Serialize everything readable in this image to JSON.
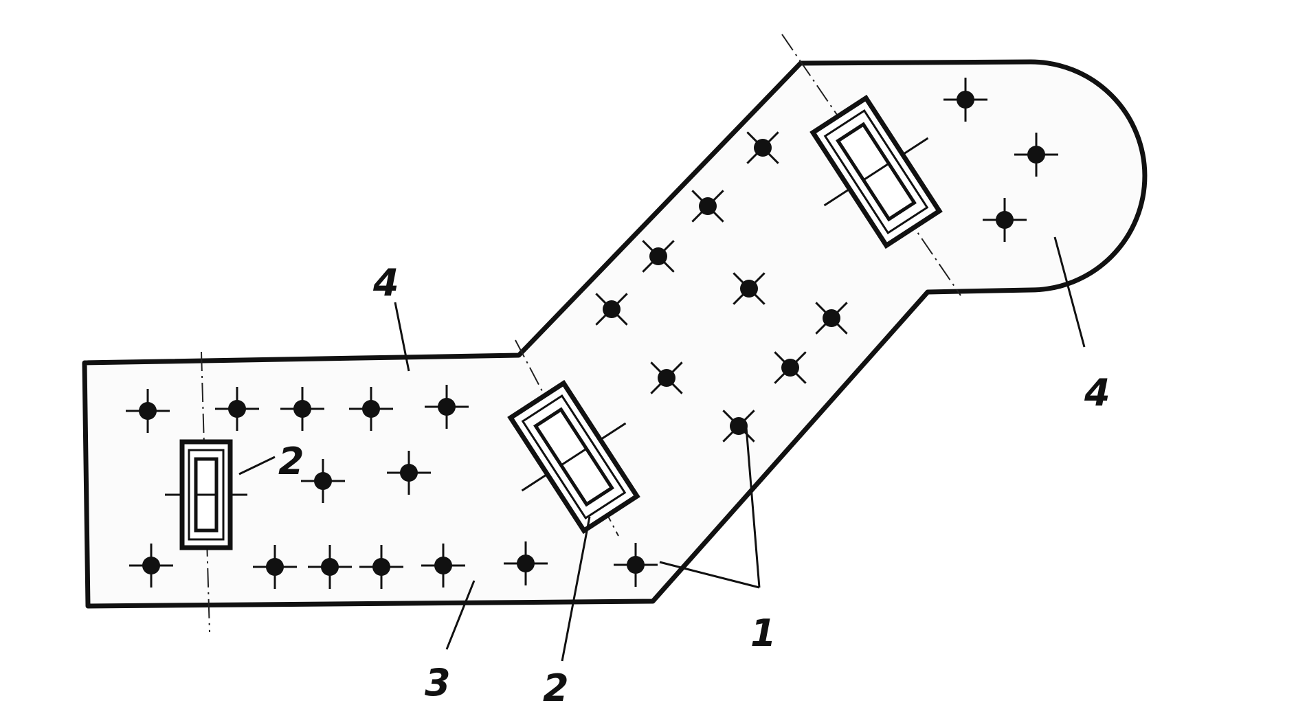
{
  "diagram": {
    "callouts": {
      "wellpoints": "1",
      "sump_pits": "2",
      "foundation_pit": "3",
      "pit_boundary": "4"
    },
    "wellpoint_count": 26,
    "sump_pit_count": 3
  }
}
